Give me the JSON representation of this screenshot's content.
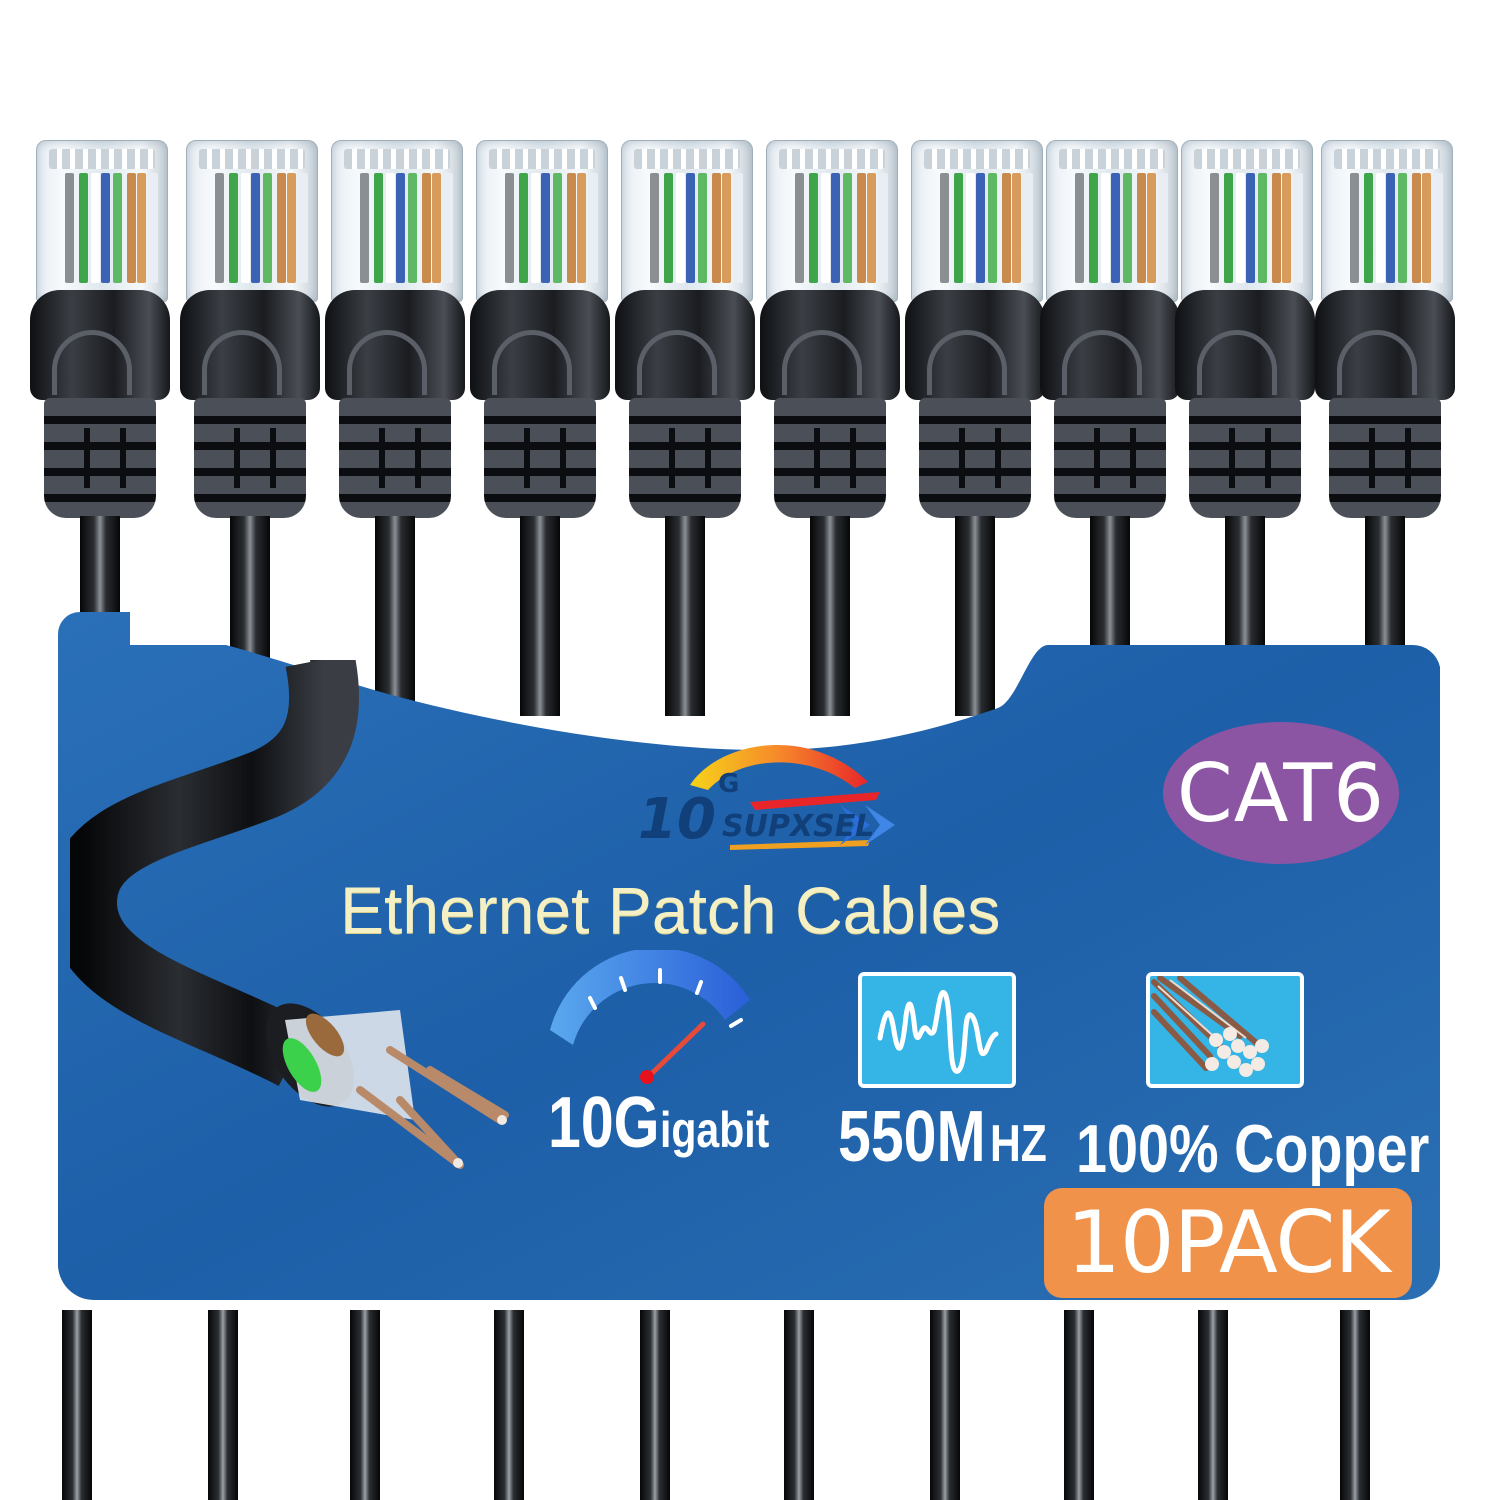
{
  "product": {
    "brand": "SUPXSEL",
    "logo_prefix": "10",
    "logo_superscript": "G",
    "category_badge": "CAT6",
    "title": "Ethernet Patch Cables",
    "pack_badge": "10PACK",
    "connector_count": 10
  },
  "features": [
    {
      "icon": "speedometer-icon",
      "label_main": "10G",
      "label_suffix": "igabit"
    },
    {
      "icon": "waveform-icon",
      "label_main": "550M",
      "label_suffix": "HZ"
    },
    {
      "icon": "copper-strands-icon",
      "label_main": "100% Copper",
      "label_suffix": ""
    }
  ],
  "colors": {
    "banner_blue": "#2a6fb5",
    "banner_blue_dark": "#1a5aa6",
    "cat6_purple": "#8c55a3",
    "pack_orange": "#f0924a",
    "title_cream": "#f4f0c4",
    "icon_cyan": "#35b4e6",
    "cable_black": "#0c0d10"
  }
}
